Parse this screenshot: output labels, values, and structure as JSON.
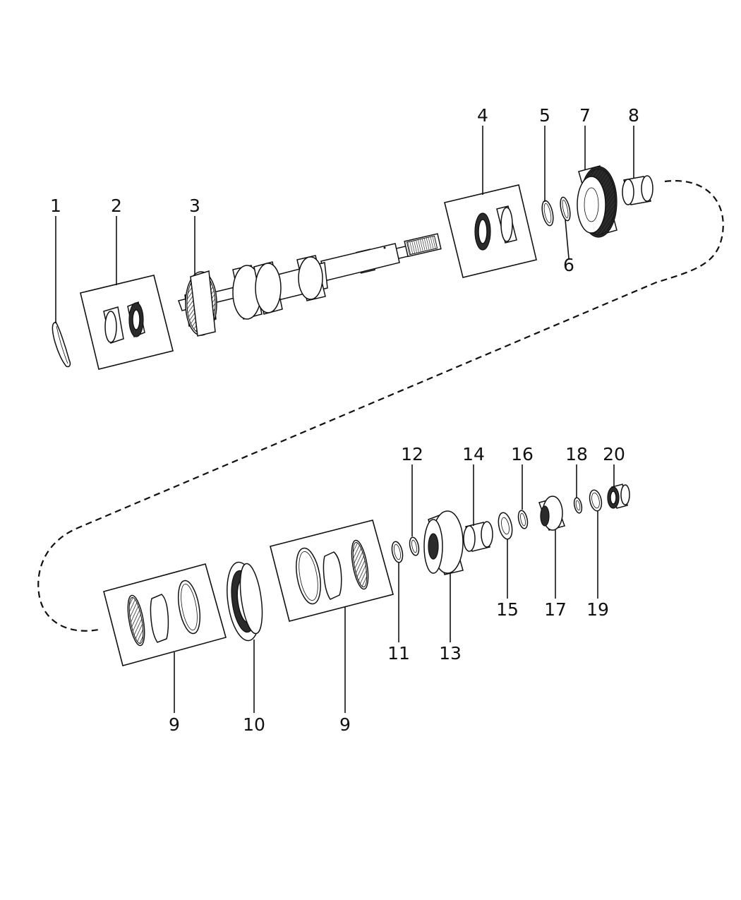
{
  "callouts": {
    "c1": "1",
    "c2": "2",
    "c3": "3",
    "c4": "4",
    "c5": "5",
    "c6": "6",
    "c7": "7",
    "c8": "8",
    "c9a": "9",
    "c9b": "9",
    "c10": "10",
    "c11": "11",
    "c12": "12",
    "c13": "13",
    "c14": "14",
    "c15": "15",
    "c16": "16",
    "c17": "17",
    "c18": "18",
    "c19": "19",
    "c20": "20"
  },
  "colors": {
    "line": "#111111",
    "background": "#ffffff",
    "dark_fill": "#2b2b2b"
  }
}
